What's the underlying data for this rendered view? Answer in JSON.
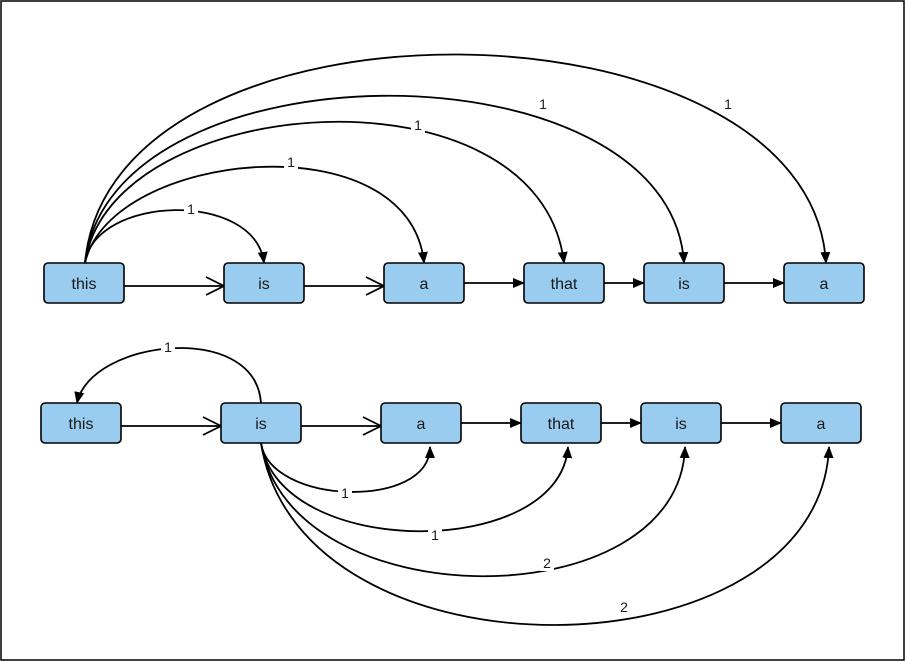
{
  "colors": {
    "node_fill": "#99ccef",
    "node_stroke": "#000000",
    "edge": "#000000",
    "label_bg": "#ffffff",
    "frame": "#000000"
  },
  "diagrams": [
    {
      "name": "top",
      "nodes": [
        {
          "id": "t0",
          "label": "this"
        },
        {
          "id": "t1",
          "label": "is"
        },
        {
          "id": "t2",
          "label": "a"
        },
        {
          "id": "t3",
          "label": "that"
        },
        {
          "id": "t4",
          "label": "is"
        },
        {
          "id": "t5",
          "label": "a"
        }
      ],
      "chain_edges": [
        {
          "from": "t0",
          "to": "t1",
          "arrow": "open"
        },
        {
          "from": "t1",
          "to": "t2",
          "arrow": "open"
        },
        {
          "from": "t2",
          "to": "t3",
          "arrow": "filled"
        },
        {
          "from": "t3",
          "to": "t4",
          "arrow": "filled"
        },
        {
          "from": "t4",
          "to": "t5",
          "arrow": "filled"
        }
      ],
      "arc_edges": [
        {
          "from": "t0",
          "to": "t1",
          "weight": "1"
        },
        {
          "from": "t0",
          "to": "t2",
          "weight": "1"
        },
        {
          "from": "t0",
          "to": "t3",
          "weight": "1"
        },
        {
          "from": "t0",
          "to": "t4",
          "weight": "1"
        },
        {
          "from": "t0",
          "to": "t5",
          "weight": "1"
        }
      ]
    },
    {
      "name": "bottom",
      "nodes": [
        {
          "id": "b0",
          "label": "this"
        },
        {
          "id": "b1",
          "label": "is"
        },
        {
          "id": "b2",
          "label": "a"
        },
        {
          "id": "b3",
          "label": "that"
        },
        {
          "id": "b4",
          "label": "is"
        },
        {
          "id": "b5",
          "label": "a"
        }
      ],
      "chain_edges": [
        {
          "from": "b0",
          "to": "b1",
          "arrow": "open"
        },
        {
          "from": "b1",
          "to": "b2",
          "arrow": "open"
        },
        {
          "from": "b2",
          "to": "b3",
          "arrow": "filled"
        },
        {
          "from": "b3",
          "to": "b4",
          "arrow": "filled"
        },
        {
          "from": "b4",
          "to": "b5",
          "arrow": "filled"
        }
      ],
      "arc_edges": [
        {
          "from": "b1",
          "to": "b0",
          "weight": "1"
        },
        {
          "from": "b1",
          "to": "b2",
          "weight": "1"
        },
        {
          "from": "b1",
          "to": "b3",
          "weight": "1"
        },
        {
          "from": "b1",
          "to": "b4",
          "weight": "2"
        },
        {
          "from": "b1",
          "to": "b5",
          "weight": "2"
        }
      ]
    }
  ]
}
